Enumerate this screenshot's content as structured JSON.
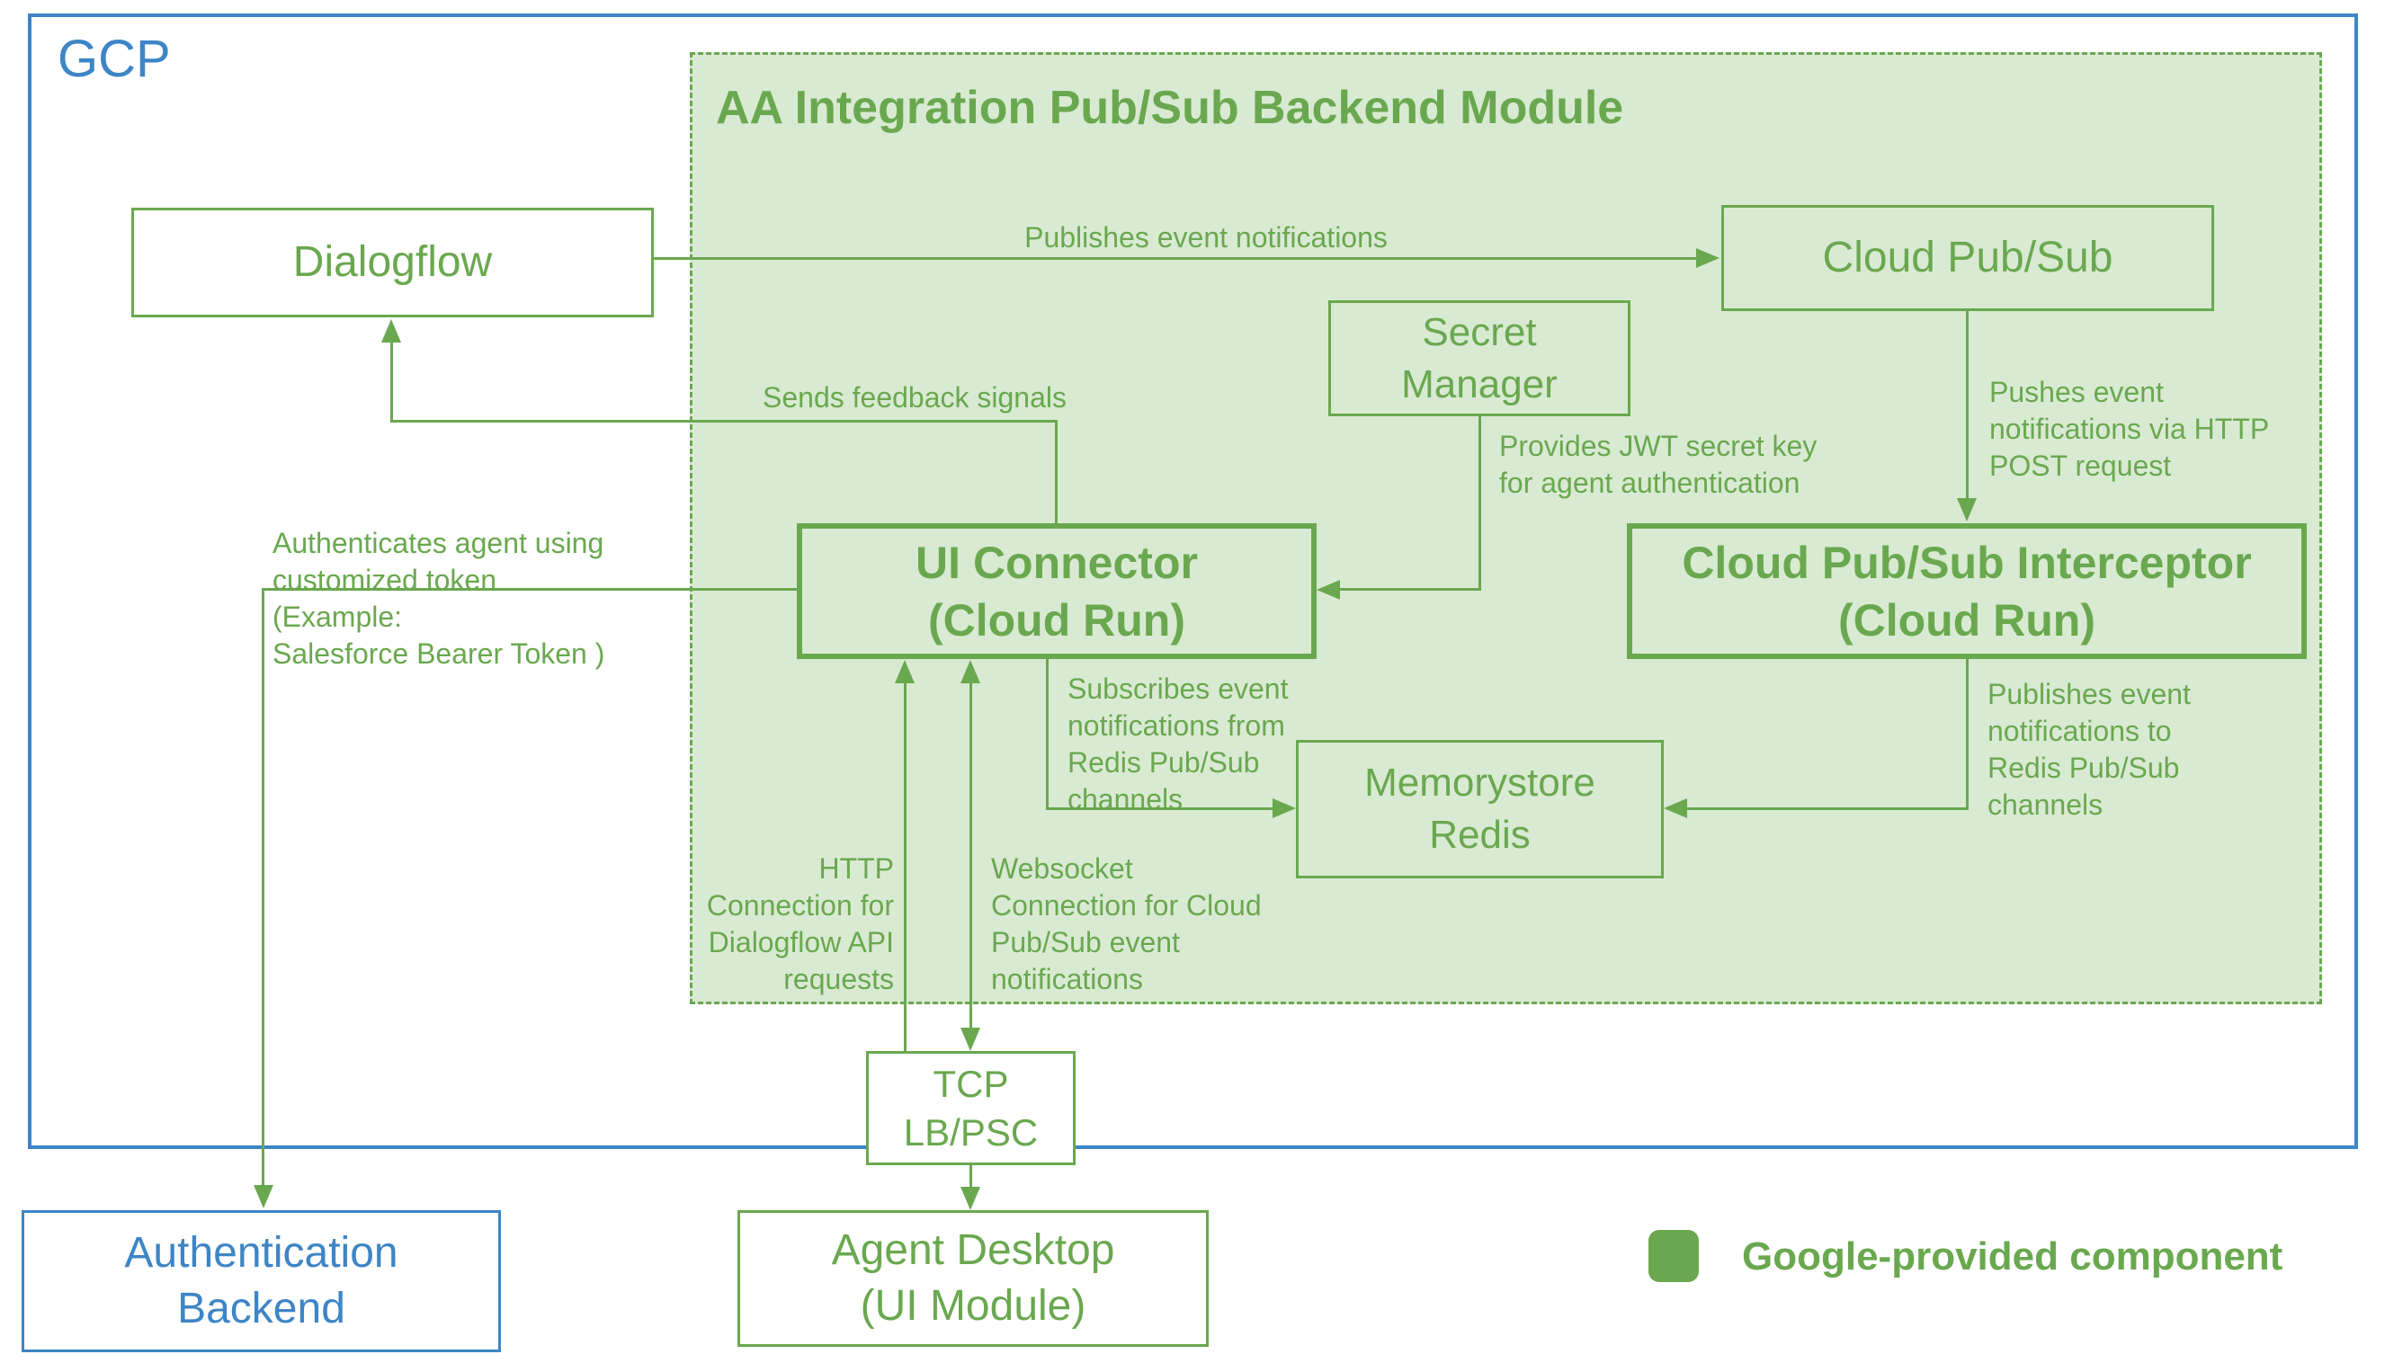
{
  "colors": {
    "green": "#6aa84f",
    "green_fill": "#d9ead3",
    "blue": "#3d85c6"
  },
  "gcp": {
    "label": "GCP"
  },
  "module": {
    "title": "AA Integration Pub/Sub Backend Module"
  },
  "nodes": {
    "dialogflow": {
      "label": "Dialogflow"
    },
    "cloud_pubsub": {
      "label": "Cloud Pub/Sub"
    },
    "secret_manager": {
      "line1": "Secret",
      "line2": "Manager"
    },
    "ui_connector": {
      "line1": "UI Connector",
      "line2": "(Cloud Run)"
    },
    "interceptor": {
      "line1": "Cloud Pub/Sub Interceptor",
      "line2": "(Cloud Run)"
    },
    "memorystore": {
      "line1": "Memorystore",
      "line2": "Redis"
    },
    "tcp_lb": {
      "line1": "TCP",
      "line2": "LB/PSC"
    },
    "agent_desktop": {
      "line1": "Agent Desktop",
      "line2": "(UI Module)"
    },
    "auth_backend": {
      "line1": "Authentication",
      "line2": "Backend"
    }
  },
  "edges": {
    "publish": {
      "label": "Publishes event notifications"
    },
    "feedback": {
      "label": "Sends feedback signals"
    },
    "jwt": {
      "lines": [
        "Provides JWT secret key",
        "for agent authentication"
      ]
    },
    "push": {
      "lines": [
        "Pushes event",
        "notifications via HTTP",
        "POST request"
      ]
    },
    "pub_to_redis": {
      "lines": [
        "Publishes event",
        "notifications to",
        "Redis Pub/Sub",
        "channels"
      ]
    },
    "sub_from_redis": {
      "lines": [
        "Subscribes event",
        "notifications from",
        "Redis Pub/Sub",
        "channels"
      ]
    },
    "auth": {
      "lines": [
        "Authenticates agent using",
        "customized token",
        "(Example:",
        "Salesforce Bearer Token )"
      ]
    },
    "http": {
      "lines": [
        "HTTP",
        "Connection for",
        "Dialogflow API",
        "requests"
      ]
    },
    "websocket": {
      "lines": [
        "Websocket",
        "Connection for Cloud",
        "Pub/Sub event",
        "notifications"
      ]
    }
  },
  "legend": {
    "label": "Google-provided component"
  }
}
